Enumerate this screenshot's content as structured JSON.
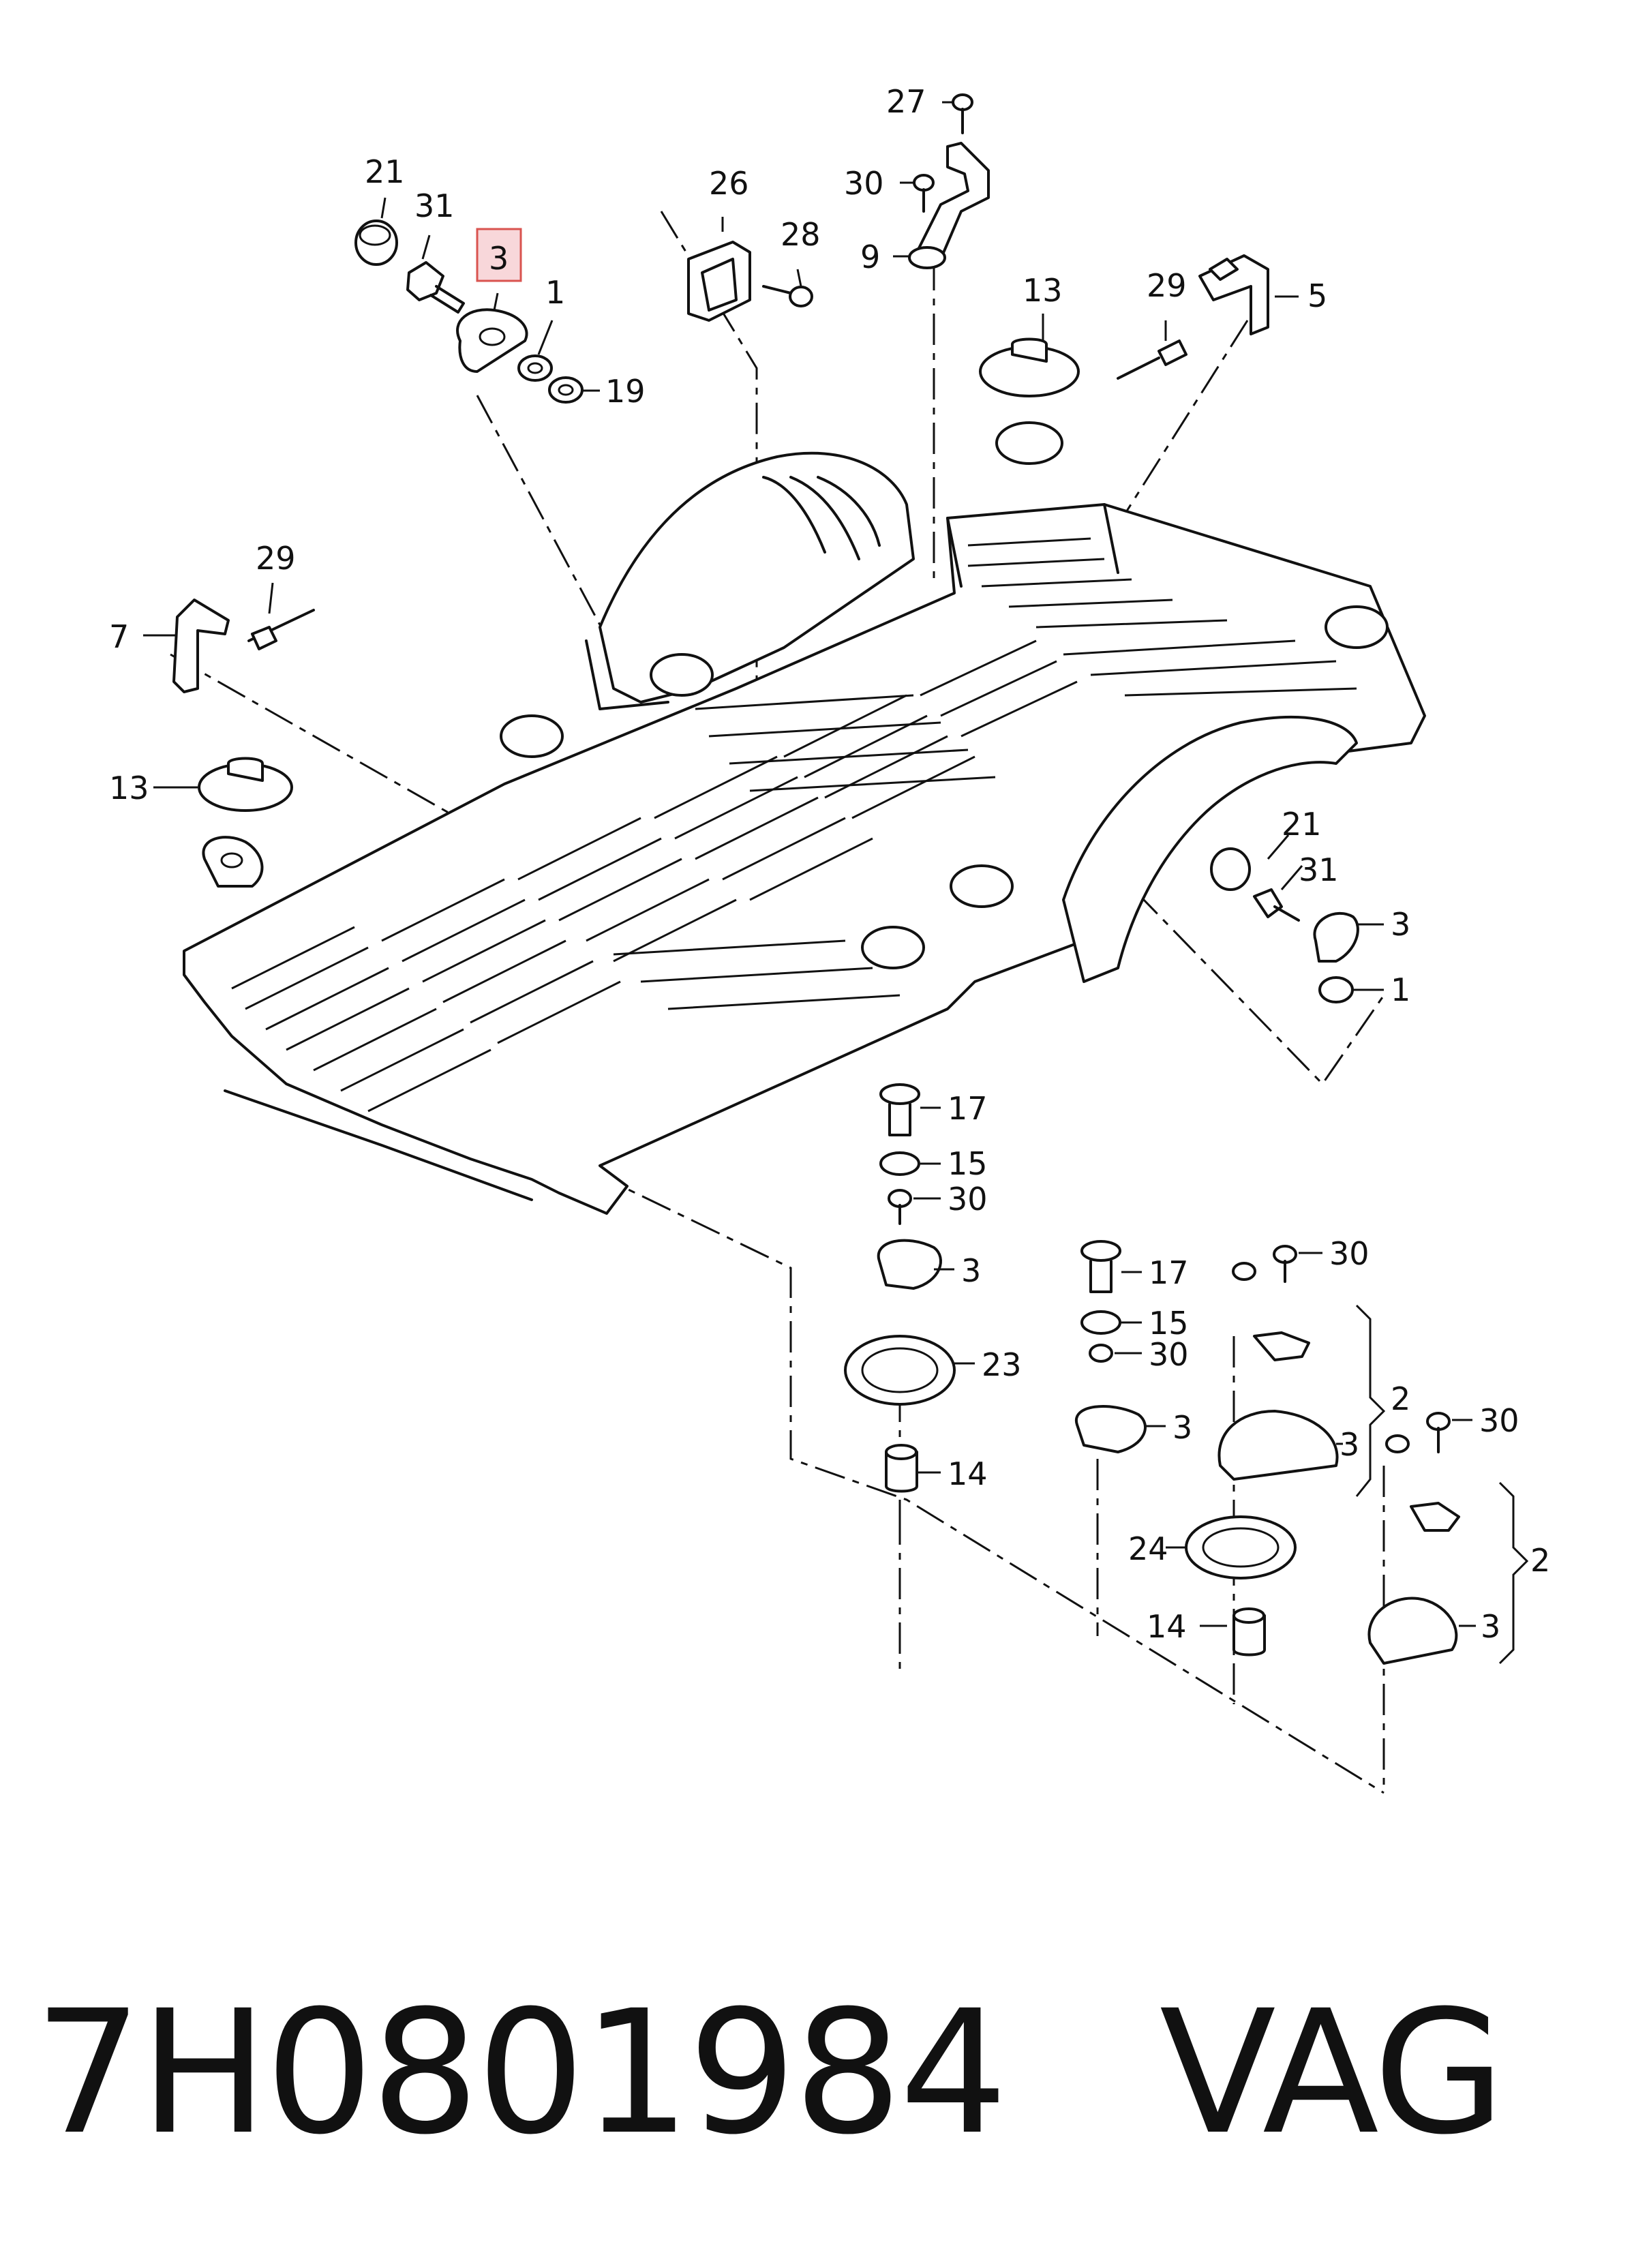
{
  "labels": {
    "l27": "27",
    "l30_top": "30",
    "l9": "9",
    "l26": "26",
    "l28": "28",
    "l21_top": "21",
    "l31_top": "31",
    "l3_highlight": "3",
    "l1_top": "1",
    "l19": "19",
    "l13_top": "13",
    "l29_top": "29",
    "l5": "5",
    "l29_left": "29",
    "l7": "7",
    "l13_left": "13",
    "l21_right": "21",
    "l31_right": "31",
    "l3_right": "3",
    "l1_right": "1",
    "l17_a": "17",
    "l15_a": "15",
    "l30_a": "30",
    "l3_a": "3",
    "l23": "23",
    "l14_a": "14",
    "l17_b": "17",
    "l15_b": "15",
    "l30_b": "30",
    "l3_b": "3",
    "l30_c": "30",
    "l2_a": "2",
    "l3_c": "3",
    "l30_d": "30",
    "l24": "24",
    "l2_b": "2",
    "l14_b": "14",
    "l3_d": "3"
  },
  "caption": {
    "part_number": "7H0801984",
    "brand": "VAG"
  },
  "colors": {
    "highlight_fill": "#f8d7da",
    "highlight_stroke": "#d9534f",
    "line": "#111111"
  }
}
